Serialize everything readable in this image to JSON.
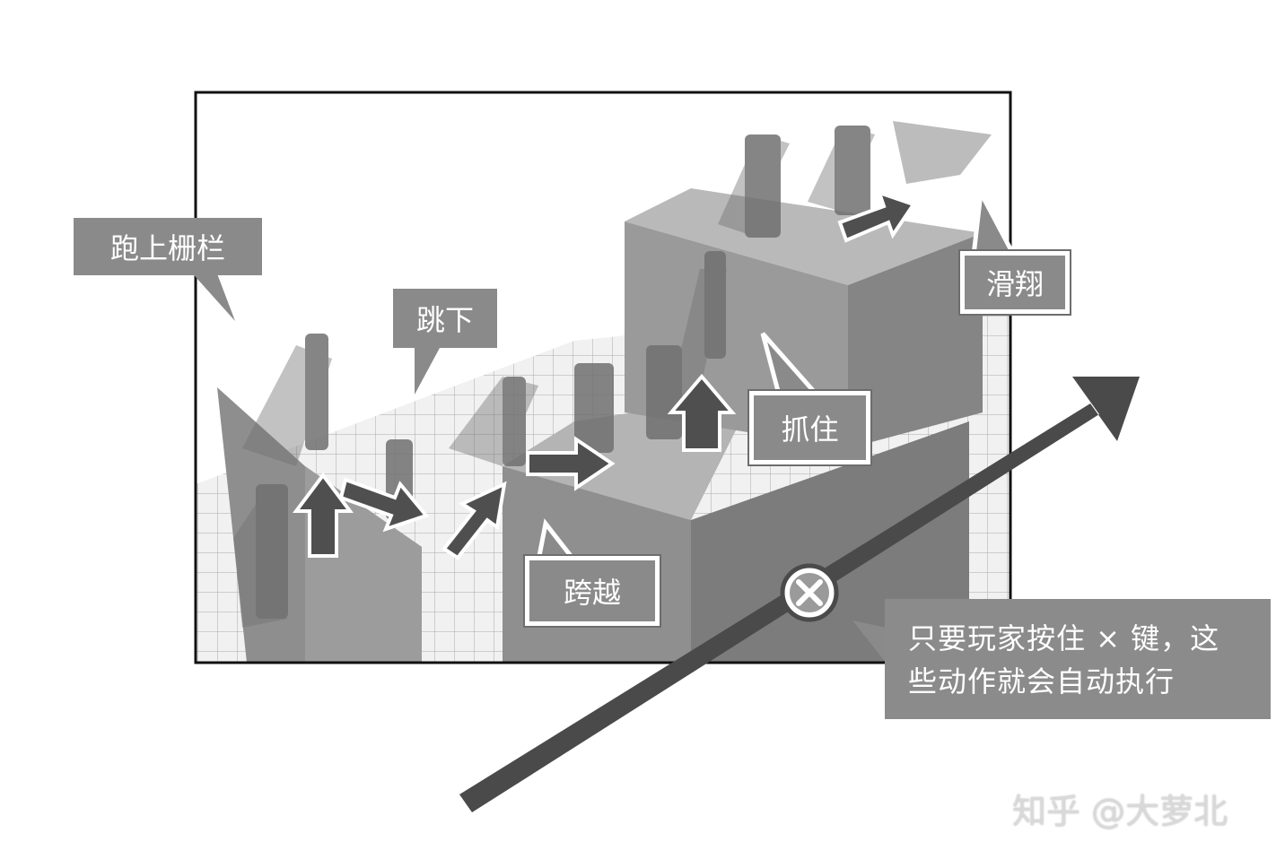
{
  "labels": {
    "run_up_fence": "跑上栅栏",
    "jump_down": "跳下",
    "vault": "跨越",
    "grab": "抓住",
    "glide": "滑翔"
  },
  "note": {
    "line1": "只要玩家按住 × 键，这",
    "line2": "些动作就会自动执行"
  },
  "button_icon": "x-button-icon",
  "watermark": "知乎 @大萝北",
  "colors": {
    "callout_fill": "#8a8a8a",
    "arrow_dark": "#4a4a4a",
    "frame": "#111111"
  }
}
